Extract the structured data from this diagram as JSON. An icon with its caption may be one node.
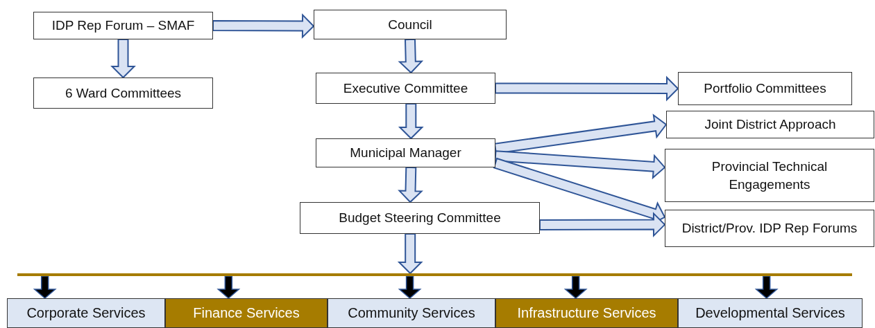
{
  "diagram": {
    "nodes": [
      {
        "text": [
          "IDP Rep Forum – SMAF"
        ]
      },
      {
        "text": [
          "Council"
        ]
      },
      {
        "text": [
          "6 Ward Committees"
        ]
      },
      {
        "text": [
          "Executive Committee"
        ]
      },
      {
        "text": [
          "Portfolio Committees"
        ]
      },
      {
        "text": [
          "Joint District Approach"
        ]
      },
      {
        "text": [
          "Municipal Manager"
        ]
      },
      {
        "text": [
          "Provincial Technical Engagements"
        ]
      },
      {
        "text": [
          "Budget Steering Committee"
        ]
      },
      {
        "text": [
          "District/Prov. IDP Rep Forums"
        ]
      },
      {
        "text": [],
        "shape": "bar"
      },
      {
        "text": [
          "Corporate Services"
        ]
      },
      {
        "text": [
          "Finance Services"
        ]
      },
      {
        "text": [
          "Community Services"
        ]
      },
      {
        "text": [
          "Infrastructure Services"
        ]
      },
      {
        "text": [
          "Developmental Services"
        ]
      }
    ],
    "edges": [
      {
        "from": 0,
        "to": 1,
        "arrow": "to"
      },
      {
        "from": 0,
        "to": 2,
        "arrow": "to"
      },
      {
        "from": 1,
        "to": 3,
        "arrow": "to"
      },
      {
        "from": 3,
        "to": 4,
        "arrow": "to"
      },
      {
        "from": 3,
        "to": 6,
        "arrow": "to"
      },
      {
        "from": 6,
        "to": 5,
        "arrow": "to"
      },
      {
        "from": 6,
        "to": 7,
        "arrow": "to"
      },
      {
        "from": 6,
        "to": 9,
        "arrow": "to"
      },
      {
        "from": 6,
        "to": 8,
        "arrow": "to"
      },
      {
        "from": 8,
        "to": 9,
        "arrow": "to"
      },
      {
        "from": 8,
        "to": 10,
        "arrow": "to"
      },
      {
        "from": 10,
        "to": 11,
        "arrow": "to",
        "color": "#000000"
      },
      {
        "from": 10,
        "to": 12,
        "arrow": "to",
        "color": "#000000"
      },
      {
        "from": 10,
        "to": 13,
        "arrow": "to",
        "color": "#000000"
      },
      {
        "from": 10,
        "to": 14,
        "arrow": "to",
        "color": "#000000"
      },
      {
        "from": 10,
        "to": 15,
        "arrow": "to",
        "color": "#000000"
      }
    ]
  }
}
